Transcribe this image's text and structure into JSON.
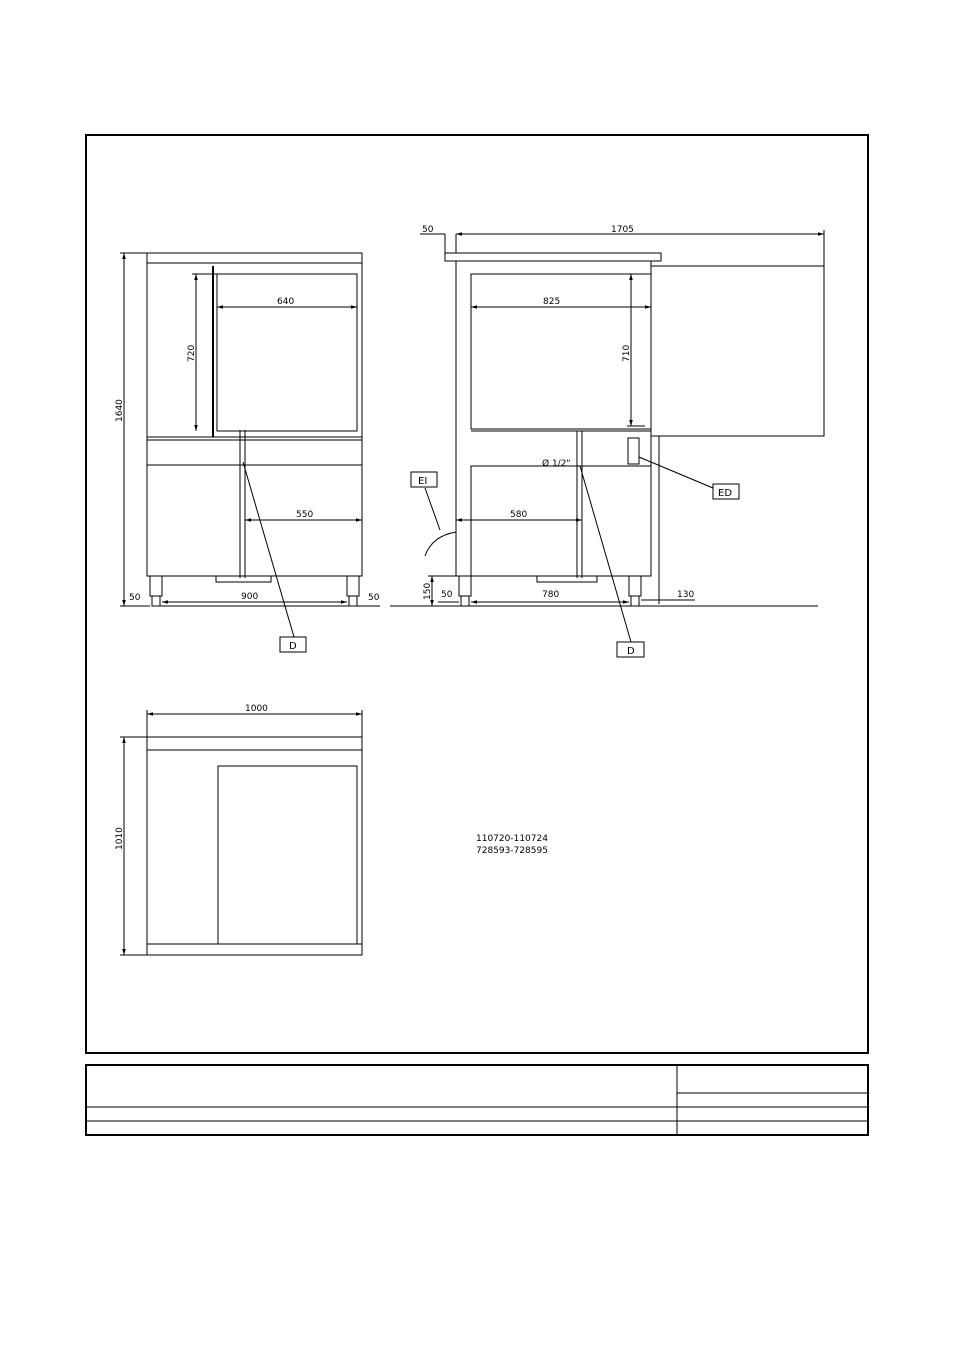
{
  "front_view": {
    "dim_height_total": "1640",
    "dim_chamber_height": "720",
    "dim_chamber_width": "640",
    "dim_lower_width": "550",
    "dim_left_offset": "50",
    "dim_base_width": "900",
    "dim_right_offset": "50",
    "drain_label": "D"
  },
  "side_view": {
    "dim_top_offset": "50",
    "dim_overall_length": "1705",
    "dim_chamber_width": "825",
    "dim_chamber_height": "710",
    "drain_pipe_label": "Ø 1/2\"",
    "dim_lower_depth": "580",
    "dim_foot_height": "150",
    "dim_left_offset": "50",
    "dim_base_depth": "780",
    "dim_rear_offset": "130",
    "label_electrical_input": "EI",
    "label_equipotential": "ED",
    "drain_label": "D"
  },
  "top_view": {
    "dim_width": "1000",
    "dim_depth": "1010"
  },
  "model_codes": {
    "line1": "110720-110724",
    "line2": "728593-728595"
  }
}
